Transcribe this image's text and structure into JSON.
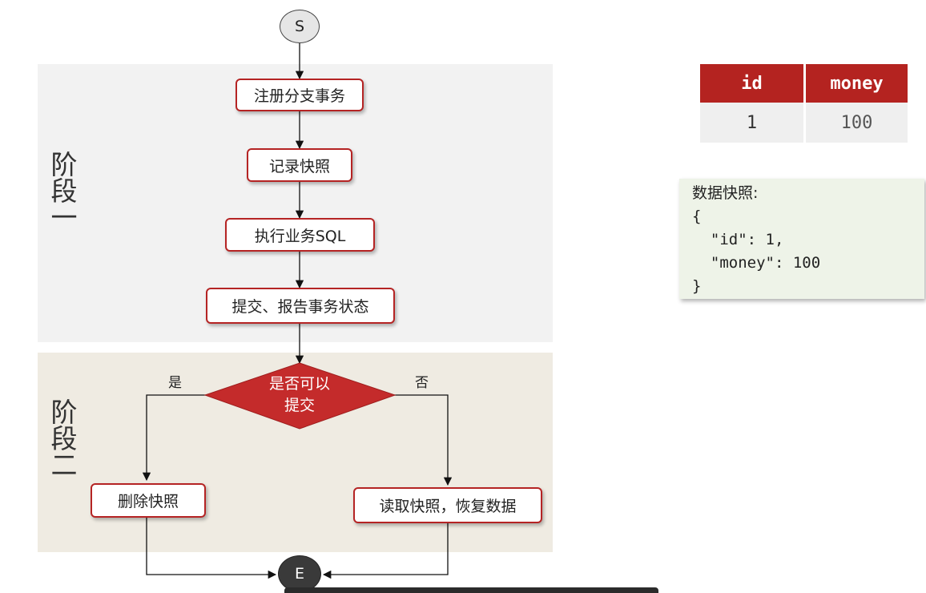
{
  "diagram": {
    "start_label": "S",
    "end_label": "E",
    "stage1_label": "阶段一",
    "stage2_label": "阶段二",
    "steps": {
      "register": "注册分支事务",
      "snapshot": "记录快照",
      "execute": "执行业务SQL",
      "report": "提交、报告事务状态"
    },
    "decision": {
      "line1": "是否可以",
      "line2": "提交"
    },
    "yes_label": "是",
    "no_label": "否",
    "yes_action": "删除快照",
    "no_action": "读取快照，恢复数据"
  },
  "table": {
    "headers": [
      "id",
      "money"
    ],
    "rows": [
      [
        "1",
        "100"
      ]
    ]
  },
  "snapshot_box": {
    "title": "数据快照:",
    "lines": [
      "{",
      "  \"id\": 1,",
      "  \"money\": 100",
      "}"
    ]
  },
  "colors": {
    "accent_red": "#b42320",
    "stage1_bg": "#f2f2f2",
    "stage2_bg": "#efebe2",
    "snapshot_bg": "#eef3e8"
  }
}
